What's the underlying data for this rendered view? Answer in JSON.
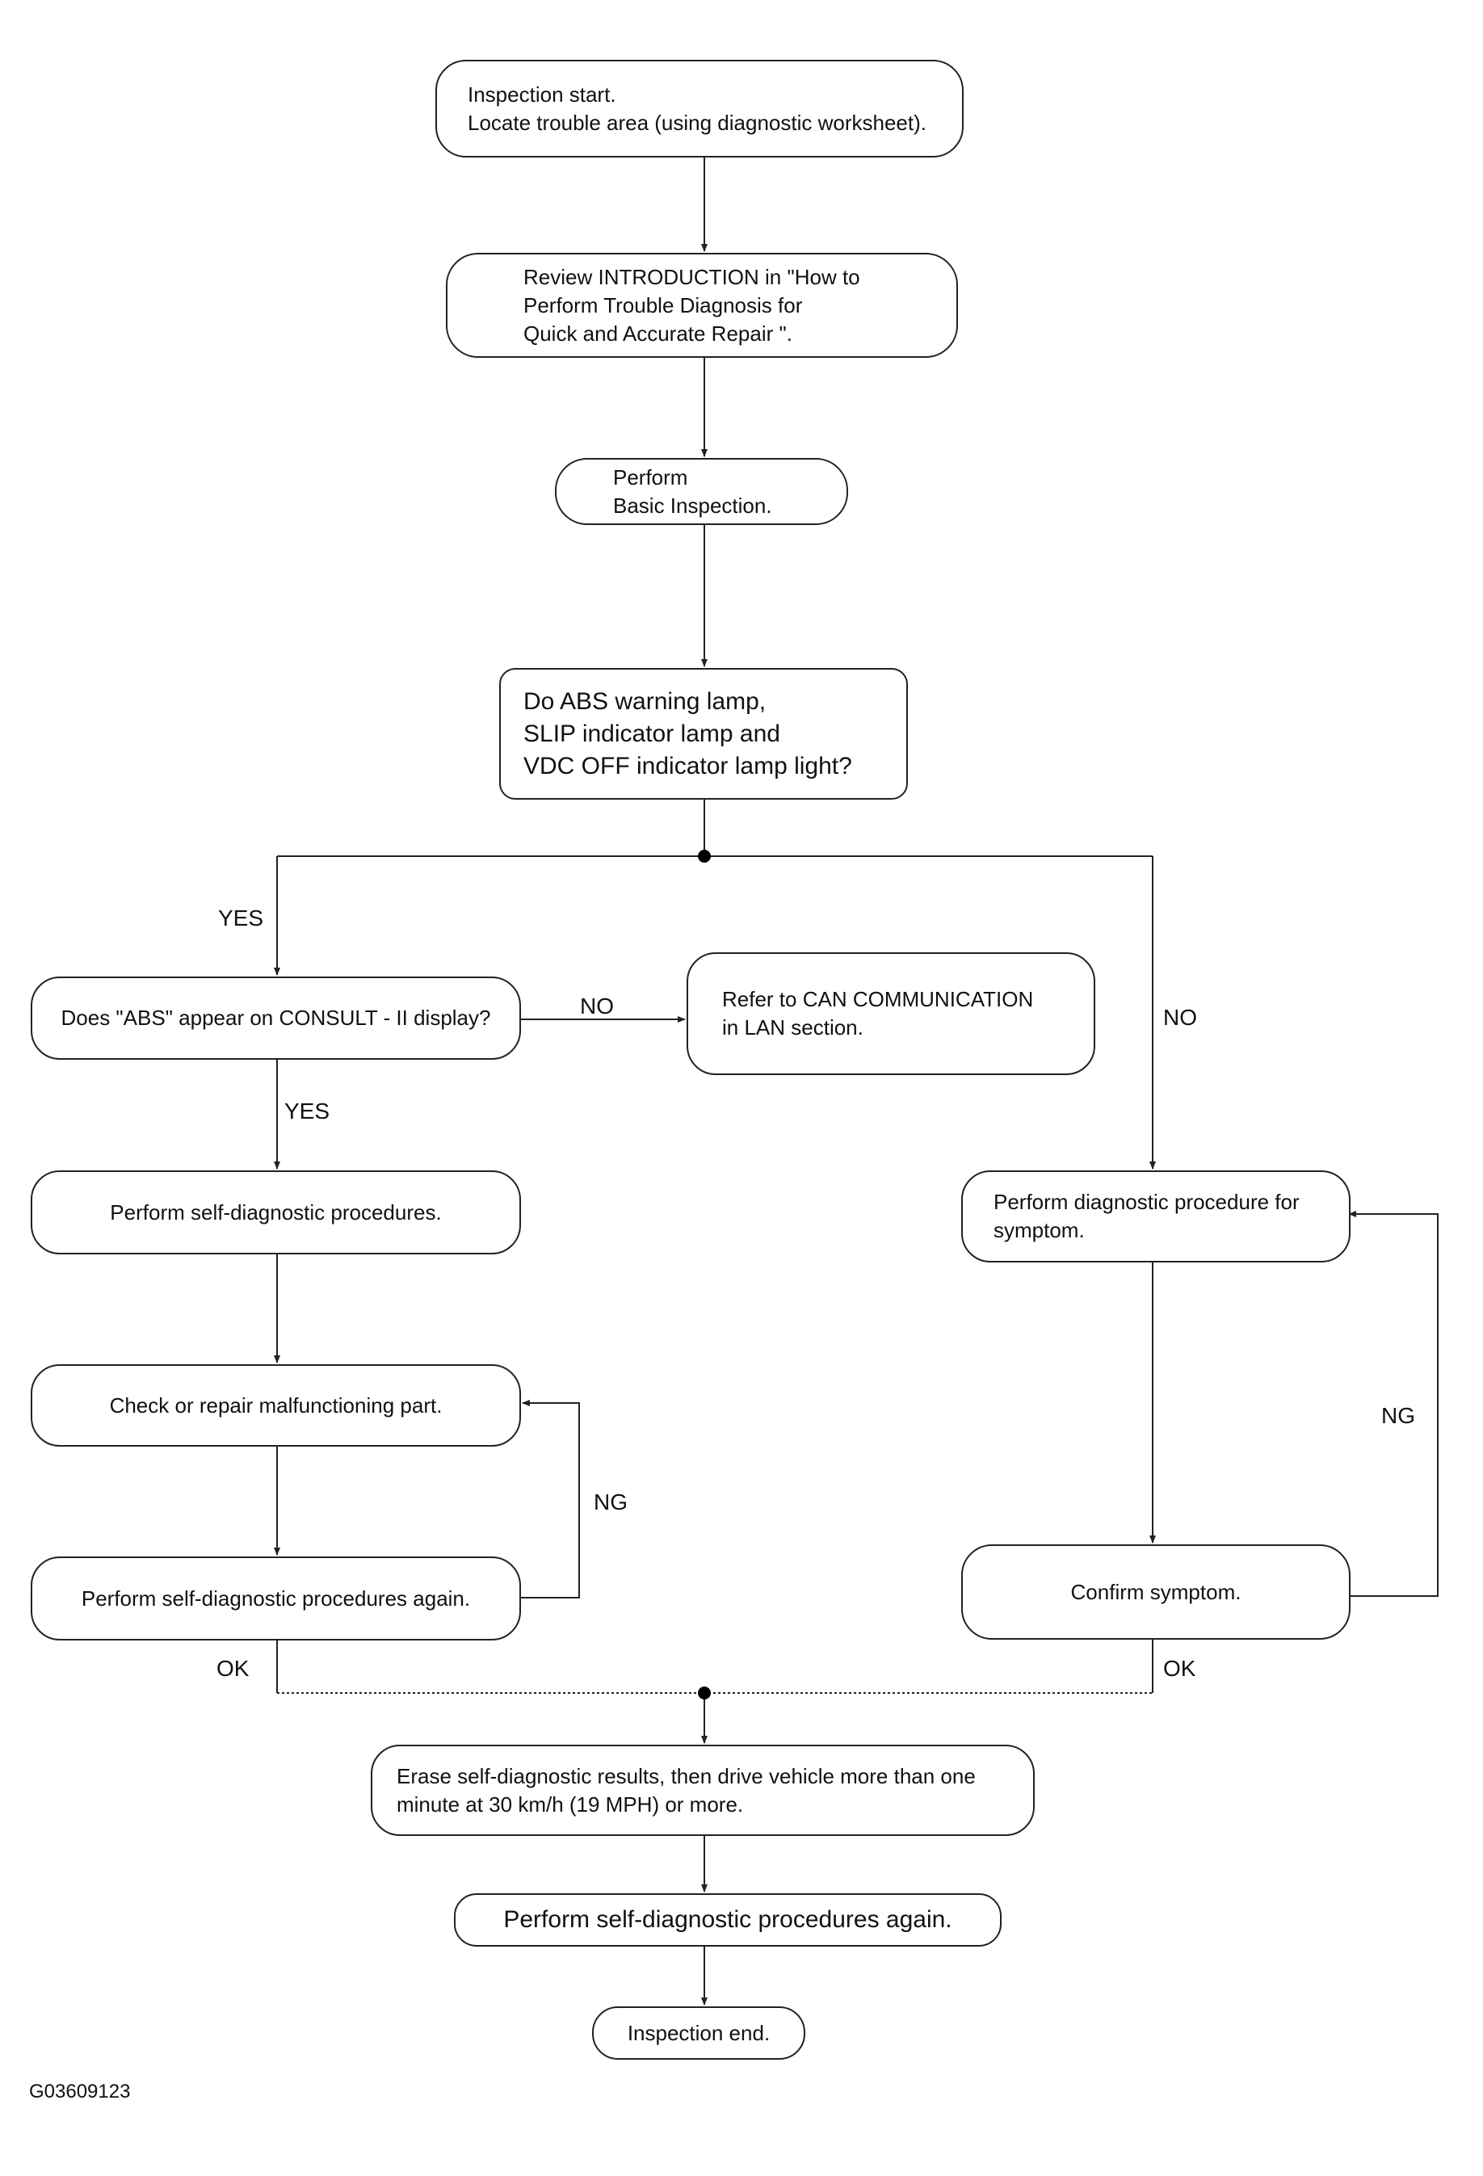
{
  "nodes": {
    "start": [
      "Inspection start.",
      "Locate trouble area (using diagnostic worksheet)."
    ],
    "review": [
      "Review INTRODUCTION in \"How to",
      "Perform Trouble Diagnosis for",
      "Quick and Accurate Repair \"."
    ],
    "basic": [
      "Perform",
      "Basic Inspection."
    ],
    "question": [
      "Do ABS warning lamp,",
      "SLIP indicator lamp and",
      "VDC OFF indicator lamp light?"
    ],
    "abs_display": [
      "Does \"ABS\" appear on CONSULT - II display?"
    ],
    "can_comm": [
      "Refer to CAN COMMUNICATION",
      "in LAN section."
    ],
    "self_diag": [
      "Perform self-diagnostic procedures."
    ],
    "check_repair": [
      "Check or repair malfunctioning part."
    ],
    "self_diag_again": [
      "Perform self-diagnostic procedures again."
    ],
    "symptom_proc": [
      "Perform diagnostic procedure for",
      "symptom."
    ],
    "confirm": [
      "Confirm symptom."
    ],
    "erase": [
      "Erase self-diagnostic results, then drive vehicle more than one",
      "minute at 30 km/h (19 MPH) or more."
    ],
    "final_self_diag": [
      "Perform self-diagnostic procedures again."
    ],
    "end": [
      "Inspection end."
    ]
  },
  "labels": {
    "yes_main": "YES",
    "no_main": "NO",
    "no_can": "NO",
    "yes_abs": "YES",
    "ng_left": "NG",
    "ng_right": "NG",
    "ok_left": "OK",
    "ok_right": "OK"
  },
  "figure_id": "G03609123"
}
